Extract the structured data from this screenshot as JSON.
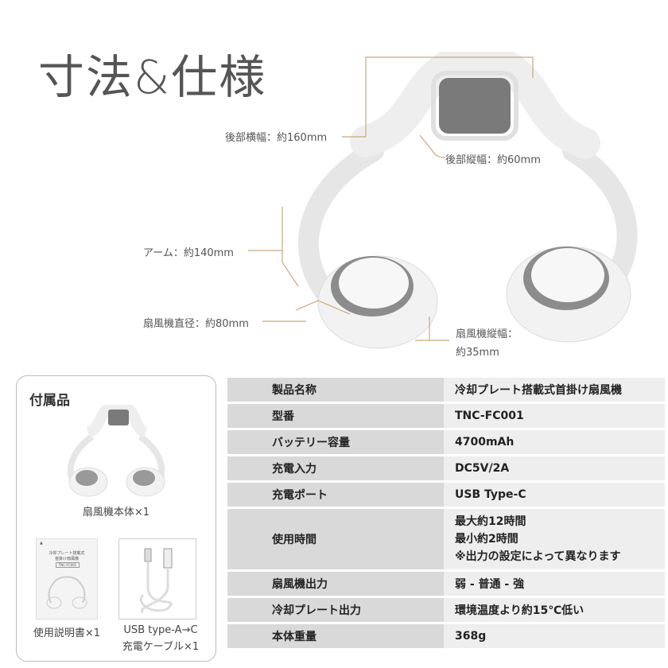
{
  "page_title": "寸法&仕様",
  "dimensions": {
    "rear_width": "後部横幅：約160mm",
    "rear_height": "後部縦幅：約60mm",
    "arm": "アーム：約140mm",
    "fan_diameter": "扇風機直径：約80mm",
    "fan_height_line1": "扇風機縦幅：",
    "fan_height_line2": "約35mm"
  },
  "accessories": {
    "title": "付属品",
    "fan_body": "扇風機本体×1",
    "manual": "使用説明書×1",
    "cable_line1": "USB type-A→C",
    "cable_line2": "充電ケーブル×1",
    "manual_text1": "冷却プレート搭載式",
    "manual_text2": "首掛け扇風機",
    "manual_text3": "TNC-FC001"
  },
  "specs": [
    {
      "key": "製品名称",
      "value": "冷却プレート搭載式首掛け扇風機"
    },
    {
      "key": "型番",
      "value": "TNC-FC001"
    },
    {
      "key": "バッテリー容量",
      "value": "4700mAh"
    },
    {
      "key": "充電入力",
      "value": "DC5V/2A"
    },
    {
      "key": "充電ポート",
      "value": "USB Type-C"
    },
    {
      "key": "使用時間",
      "lines": [
        "最大約12時間",
        "最小約2時間",
        "※出力の設定によって異なります"
      ]
    },
    {
      "key": "扇風機出力",
      "value": "弱 - 普通 - 強"
    },
    {
      "key": "冷却プレート出力",
      "value": "環境温度より約15℃低い"
    },
    {
      "key": "本体重量",
      "value": "368g"
    }
  ],
  "colors": {
    "accent_line": "#c8a97a",
    "key_bg": "#d9d9d9",
    "value_bg": "#eeeeee"
  }
}
